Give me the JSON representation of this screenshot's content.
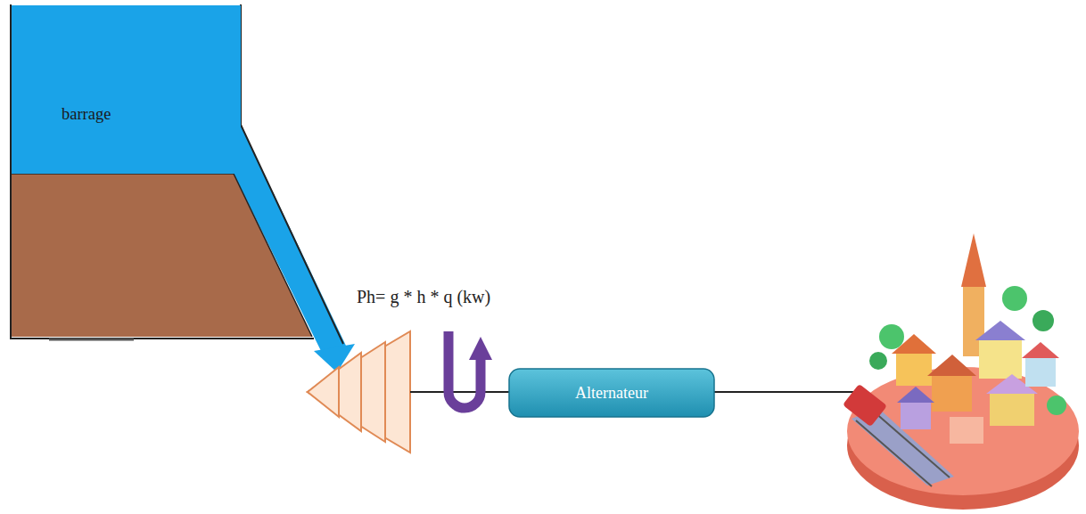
{
  "diagram": {
    "nodes": [
      {
        "text": [
          "barrage"
        ]
      },
      {
        "text": [
          "Alternateur"
        ]
      }
    ],
    "labels": [
      "Ph= g * h * q (kw)"
    ]
  }
}
